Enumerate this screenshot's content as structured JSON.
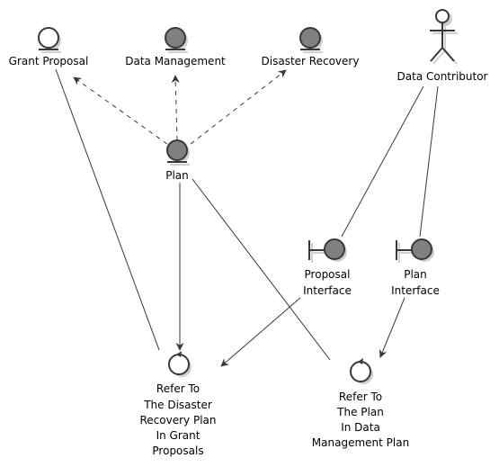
{
  "colors": {
    "entity_fill": "#808080",
    "boundary_fill": "#808080",
    "control_fill": "#ffffff",
    "stroke": "#383838",
    "shadow": "#cfcfcf"
  },
  "nodes": {
    "grant_proposal": {
      "label": "Grant Proposal",
      "kind": "entity",
      "fill": "#ffffff"
    },
    "data_management": {
      "label": "Data Management",
      "kind": "entity",
      "fill": "#808080"
    },
    "disaster_recovery": {
      "label": "Disaster Recovery",
      "kind": "entity",
      "fill": "#808080"
    },
    "data_contributor": {
      "label": "Data Contributor",
      "kind": "actor"
    },
    "plan": {
      "label": "Plan",
      "kind": "entity",
      "fill": "#808080"
    },
    "proposal_interface": {
      "label_lines": [
        "Proposal",
        "Interface"
      ],
      "kind": "boundary"
    },
    "plan_interface": {
      "label_lines": [
        "Plan",
        "Interface"
      ],
      "kind": "boundary"
    },
    "refer_grant": {
      "label_lines": [
        "Refer To",
        "The Disaster",
        "Recovery Plan",
        "In Grant",
        "Proposals"
      ],
      "kind": "control"
    },
    "refer_dmp": {
      "label_lines": [
        "Refer To",
        "The Plan",
        "In Data",
        "Management Plan"
      ],
      "kind": "control"
    }
  },
  "edges": [
    {
      "from": "plan",
      "to": "grant_proposal",
      "style": "dashed",
      "arrow": true
    },
    {
      "from": "plan",
      "to": "data_management",
      "style": "dashed",
      "arrow": true
    },
    {
      "from": "plan",
      "to": "disaster_recovery",
      "style": "dashed",
      "arrow": true
    },
    {
      "from": "grant_proposal",
      "to": "refer_grant",
      "style": "solid",
      "arrow": false
    },
    {
      "from": "plan",
      "to": "refer_grant",
      "style": "solid",
      "arrow": true
    },
    {
      "from": "plan",
      "to": "refer_dmp",
      "style": "solid",
      "arrow": false
    },
    {
      "from": "data_contributor",
      "to": "proposal_interface",
      "style": "solid",
      "arrow": false
    },
    {
      "from": "data_contributor",
      "to": "plan_interface",
      "style": "solid",
      "arrow": false
    },
    {
      "from": "proposal_interface",
      "to": "refer_grant",
      "style": "solid",
      "arrow": true
    },
    {
      "from": "plan_interface",
      "to": "refer_dmp",
      "style": "solid",
      "arrow": true
    }
  ]
}
